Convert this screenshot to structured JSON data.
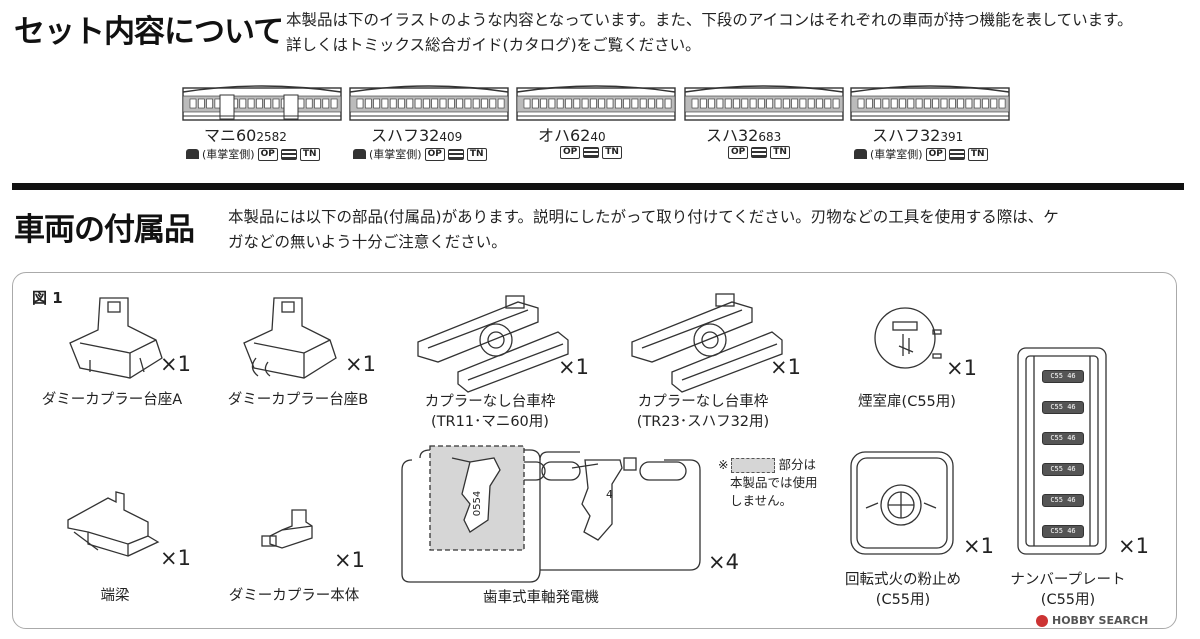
{
  "set_section": {
    "title": "セット内容について",
    "desc_line1": "本製品は下のイラストのような内容となっています。また、下段のアイコンはそれぞれの車両が持つ機能を表しています。",
    "desc_line2": "詳しくはトミックス総合ガイド(カタログ)をご覧ください。"
  },
  "cars": [
    {
      "name": "マニ60",
      "number": "2582",
      "cab_note": "(車掌室側)",
      "icons": [
        "cab-light-icon",
        "op-icon",
        "coupler-icon",
        "tn-icon"
      ]
    },
    {
      "name": "スハフ32",
      "number": "409",
      "cab_note": "(車掌室側)",
      "icons": [
        "cab-light-icon",
        "op-icon",
        "coupler-icon",
        "tn-icon"
      ]
    },
    {
      "name": "オハ62",
      "number": "40",
      "cab_note": "",
      "icons": [
        "op-icon",
        "coupler-icon",
        "tn-icon"
      ]
    },
    {
      "name": "スハ32",
      "number": "683",
      "cab_note": "",
      "icons": [
        "op-icon",
        "coupler-icon",
        "tn-icon"
      ]
    },
    {
      "name": "スハフ32",
      "number": "391",
      "cab_note": "(車掌室側)",
      "icons": [
        "cab-light-icon",
        "op-icon",
        "coupler-icon",
        "tn-icon"
      ]
    }
  ],
  "icon_text": {
    "op": "OP",
    "tn": "TN"
  },
  "parts_section": {
    "title": "車両の付属品",
    "desc_line1": "本製品には以下の部品(付属品)があります。説明にしたがって取り付けてください。刃物などの工具を使用する際は、ケ",
    "desc_line2": "ガなどの無いよう十分ご注意ください。"
  },
  "figure": {
    "label": "図 1",
    "parts": [
      {
        "label1": "ダミーカプラー台座A",
        "label2": "",
        "qty": "×1"
      },
      {
        "label1": "ダミーカプラー台座B",
        "label2": "",
        "qty": "×1"
      },
      {
        "label1": "カプラーなし台車枠",
        "label2": "(TR11･マニ60用)",
        "qty": "×1"
      },
      {
        "label1": "カプラーなし台車枠",
        "label2": "(TR23･スハフ32用)",
        "qty": "×1"
      },
      {
        "label1": "煙室扉(C55用)",
        "label2": "",
        "qty": "×1"
      },
      {
        "label1": "端梁",
        "label2": "",
        "qty": "×1"
      },
      {
        "label1": "ダミーカプラー本体",
        "label2": "",
        "qty": "×1"
      },
      {
        "label1": "歯車式車軸発電機",
        "label2": "",
        "qty": "×4"
      },
      {
        "label1": "回転式火の粉止め",
        "label2": "(C55用)",
        "qty": "×1"
      },
      {
        "label1": "ナンバープレート",
        "label2": "(C55用)",
        "qty": "×1"
      }
    ],
    "generator_mark": "0554",
    "generator_mark2": "4",
    "note_line1": "※",
    "note_line1b": "部分は",
    "note_line2": "本製品では使用",
    "note_line3": "しません。",
    "plate_text": "C55 46"
  },
  "watermark": "HOBBY SEARCH"
}
